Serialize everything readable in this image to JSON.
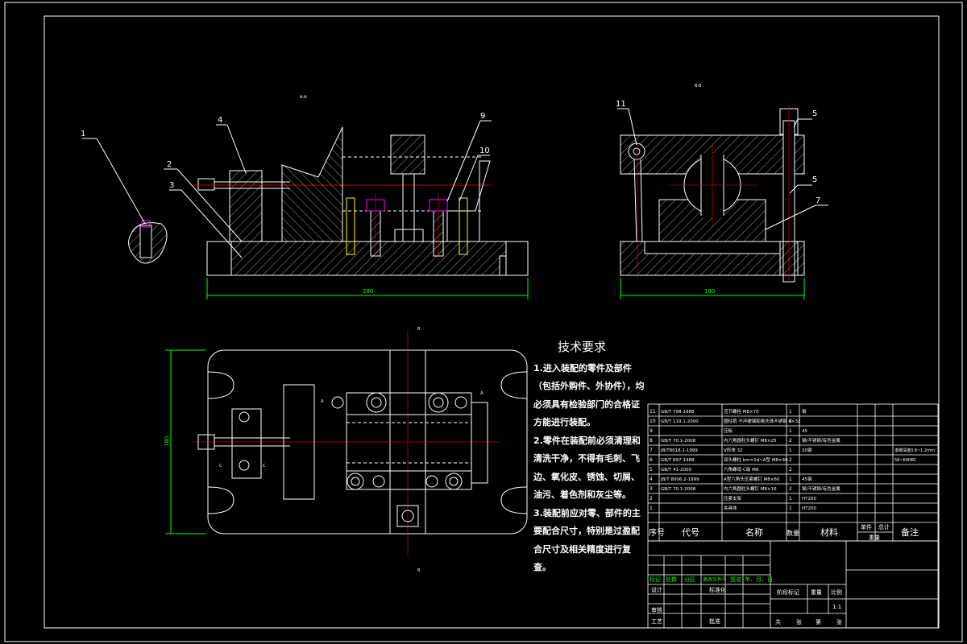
{
  "view_labels": {
    "front": "A-A",
    "side": "B-B"
  },
  "balloons": [
    "1",
    "2",
    "3",
    "4",
    "9",
    "10",
    "11",
    "5",
    "5",
    "7"
  ],
  "dimensions": {
    "front_length": "280",
    "side_width": "180",
    "plan_height": "180"
  },
  "plan_section_marks": [
    "A",
    "A",
    "B",
    "B",
    "C",
    "C"
  ],
  "tech_req": {
    "title": "技术要求",
    "items": [
      "1.进入装配的零件及部件（包括外购件、外协件），均必须具有检验部门的合格证方能进行装配。",
      "2.零件在装配前必须清理和清洗干净，不得有毛刺、飞边、氧化皮、锈蚀、切屑、油污、着色剂和灰尘等。",
      "3.装配前应对零、部件的主要配合尺寸，特别是过盈配合尺寸及相关精度进行复查。"
    ]
  },
  "bom": {
    "rows": [
      {
        "no": "11",
        "code": "GB/T 798-1988",
        "name": "活节螺栓 M8×70",
        "qty": "1",
        "mat": "钢",
        "note": ""
      },
      {
        "no": "10",
        "code": "GB/T 119.1-2000",
        "name": "圆柱销 不淬硬钢和奥氏体不锈钢 6×32",
        "qty": "2",
        "mat": "",
        "note": ""
      },
      {
        "no": "9",
        "code": "",
        "name": "压板",
        "qty": "1",
        "mat": "45",
        "note": ""
      },
      {
        "no": "8",
        "code": "GB/T 70.1-2008",
        "name": "内六角圆柱头螺钉 M8×25",
        "qty": "2",
        "mat": "钢/不锈钢/有色金属",
        "note": ""
      },
      {
        "no": "7",
        "code": "JB/T8018.1-1999",
        "name": "V形块 32",
        "qty": "1",
        "mat": "20钢",
        "note": "渗碳深度0.8~1.2mm"
      },
      {
        "no": "6",
        "code": "GB/T 897-1988",
        "name": "双头螺柱 bm=1d~A型 M8×40",
        "qty": "2",
        "mat": "",
        "note": "58~64HRC"
      },
      {
        "no": "5",
        "code": "GB/T 41-2000",
        "name": "六角螺母-C级 M8",
        "qty": "2",
        "mat": "",
        "note": ""
      },
      {
        "no": "4",
        "code": "JB/T 8006.2-1999",
        "name": "A型六角头压紧螺钉 M8×60",
        "qty": "1",
        "mat": "45钢",
        "note": ""
      },
      {
        "no": "3",
        "code": "GB/T 70.1-2008",
        "name": "内六角圆柱头螺钉 M8×16",
        "qty": "2",
        "mat": "钢/不锈钢/有色金属",
        "note": ""
      },
      {
        "no": "2",
        "code": "",
        "name": "压紧支架",
        "qty": "1",
        "mat": "HT200",
        "note": ""
      },
      {
        "no": "1",
        "code": "",
        "name": "夹具体",
        "qty": "1",
        "mat": "HT200",
        "note": ""
      }
    ],
    "header": {
      "no": "序号",
      "code": "代号",
      "name": "名称",
      "qty": "数量",
      "mat": "材料",
      "unit_single": "单件",
      "unit_total": "总计",
      "weight": "重量",
      "note": "备注"
    }
  },
  "title_block": {
    "mark_row": [
      "标记",
      "处数",
      "分区",
      "更改文件号",
      "签名",
      "年、月、日"
    ],
    "design": "设计",
    "standard": "标准化",
    "review": "审核",
    "process": "工艺",
    "approve": "批准",
    "stage": "阶段标记",
    "weight": "重量",
    "scale": "比例",
    "scale_val": "1:1",
    "sheets": [
      "共",
      "张",
      "第",
      "张"
    ]
  },
  "colors": {
    "bg": "#000000",
    "line": "#ffffff",
    "green": "#00ff00",
    "red": "#ff0000",
    "yellow": "#ffff00",
    "magenta": "#ff00ff"
  }
}
